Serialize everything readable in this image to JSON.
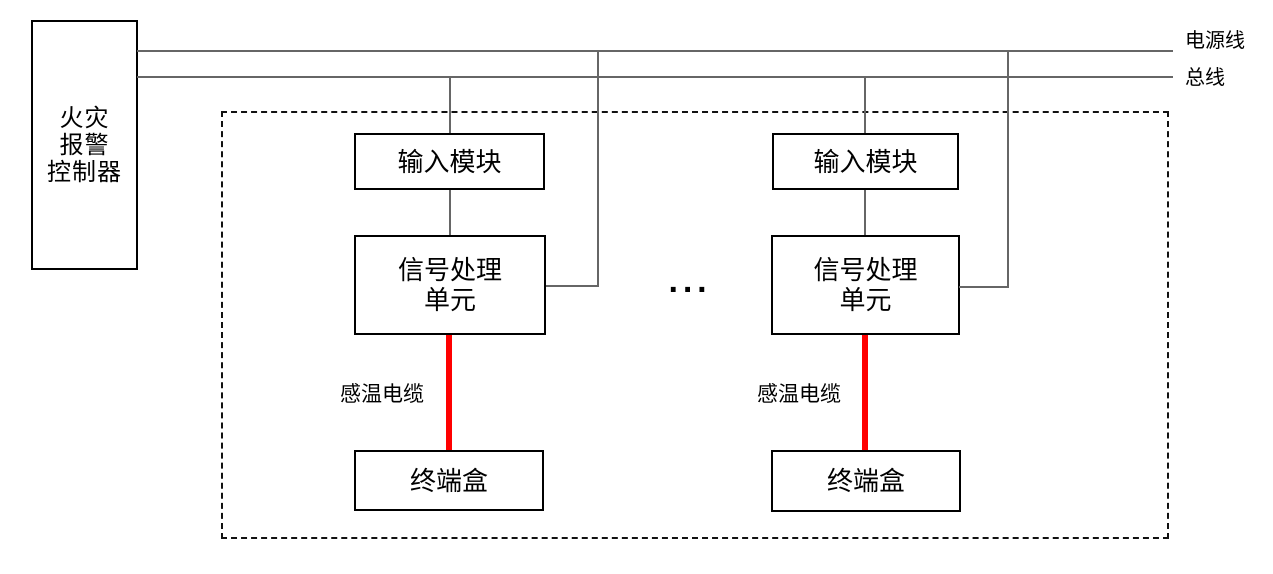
{
  "controller": {
    "label": "火灾\n报警\n控制器"
  },
  "trunk_wires": {
    "power_label": "电源线",
    "bus_label": "总线"
  },
  "zone": {
    "ellipsis": "···"
  },
  "subsystems": [
    {
      "input_module_label": "输入模块",
      "signal_unit_label": "信号处理\n单元",
      "sensing_cable_label": "感温电缆",
      "terminal_box_label": "终端盒"
    },
    {
      "input_module_label": "输入模块",
      "signal_unit_label": "信号处理\n单元",
      "sensing_cable_label": "感温电缆",
      "terminal_box_label": "终端盒"
    }
  ],
  "colors": {
    "cable": "#ff0000",
    "wire": "#666666",
    "box_border": "#000000",
    "background": "#ffffff"
  }
}
